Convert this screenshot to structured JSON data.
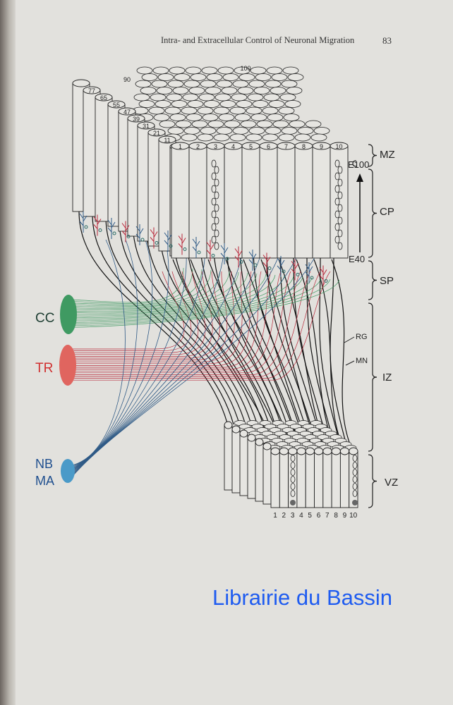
{
  "header": {
    "running_title": "Intra- and Extracellular Control of Neuronal Migration",
    "page_number": "83"
  },
  "figure": {
    "front_columns": [
      "1",
      "2",
      "3",
      "4",
      "5",
      "6",
      "7",
      "8",
      "9",
      "10"
    ],
    "back_columns": [
      "11",
      "21",
      "31",
      "39",
      "47",
      "55",
      "65",
      "77",
      "90",
      "100"
    ],
    "zones": {
      "mz": "MZ",
      "cp": "CP",
      "sp": "SP",
      "iz": "IZ",
      "vz": "VZ"
    },
    "time_top": "E100",
    "time_bottom": "E40",
    "cell_labels": {
      "rg": "RG",
      "mn": "MN"
    },
    "inputs": {
      "cc": "CC",
      "tr": "TR",
      "nb": "NB",
      "ma": "MA"
    },
    "vz_columns": [
      "1",
      "2",
      "3",
      "4",
      "5",
      "6",
      "7",
      "8",
      "9",
      "10"
    ],
    "colors": {
      "cc": "#3f9a62",
      "tr": "#e0655f",
      "nbma": "#4a9ac8",
      "red_fiber": "#b8283a",
      "blue_fiber": "#2f5a86"
    }
  },
  "watermark": "Librairie du Bassin"
}
